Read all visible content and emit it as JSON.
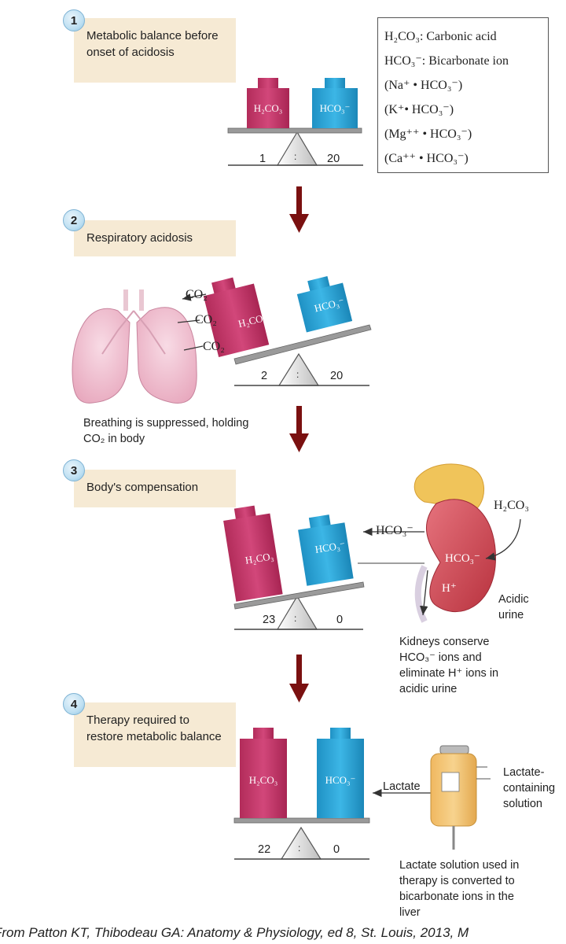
{
  "legend": {
    "items": [
      "H₂CO₃: Carbonic acid",
      "HCO₃⁻: Bicarbonate ion",
      "(Na⁺ • HCO₃⁻)",
      "(K⁺• HCO₃⁻)",
      "(Mg⁺⁺ • HCO₃⁻)",
      "(Ca⁺⁺ • HCO₃⁻)"
    ]
  },
  "weights": {
    "acid_label": "H₂CO₃",
    "base_label": "HCO₃⁻"
  },
  "steps": [
    {
      "number": "1",
      "text": "Metabolic balance before onset of acidosis",
      "left_value": "1",
      "right_value": "20"
    },
    {
      "number": "2",
      "text": "Respiratory acidosis",
      "left_value": "2",
      "right_value": "20"
    },
    {
      "number": "3",
      "text": "Body's compensation",
      "left_value": "23",
      "right_value": "0"
    },
    {
      "number": "4",
      "text": "Therapy required to restore metabolic balance",
      "left_value": "22",
      "right_value": "0"
    }
  ],
  "fulcrum_symbol": ":",
  "lungs": {
    "co2_label": "CO₂",
    "caption": "Breathing is suppressed, holding CO₂ in body"
  },
  "kidney": {
    "hco3_out": "HCO₃⁻",
    "h2co3_in": "H₂CO₃",
    "hco3_inner": "HCO₃⁻",
    "h_ion": "H⁺",
    "urine_label": "Acidic urine",
    "caption": "Kidneys conserve HCO₃⁻ ions and eliminate H⁺ ions in acidic urine"
  },
  "therapy": {
    "lactate_label": "Lactate",
    "bag_label": "Lactate-containing solution",
    "caption": "Lactate solution used in therapy is converted to bicarbonate ions in the liver"
  },
  "footer": "From Patton KT, Thibodeau GA: Anatomy & Physiology, ed 8, St. Louis, 2013, M",
  "colors": {
    "acid": "#c83a6a",
    "base": "#2ea6d8",
    "arrow": "#7a1010",
    "box": "#f6ead4",
    "badge": "#bfe0f2"
  }
}
